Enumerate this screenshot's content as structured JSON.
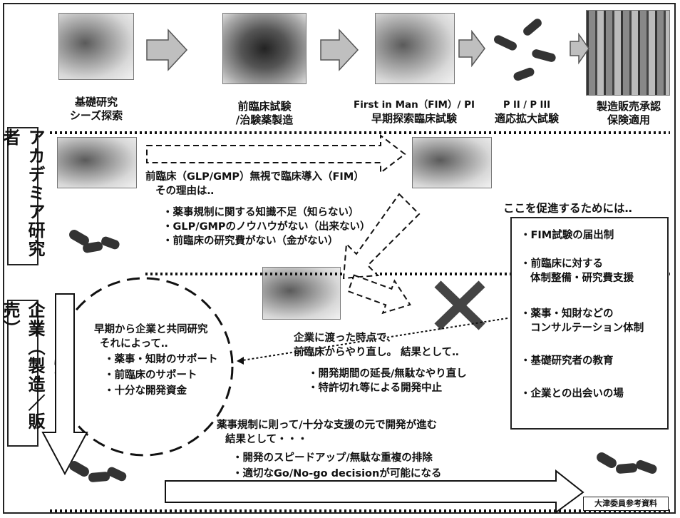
{
  "stages": [
    {
      "label_1": "基礎研究",
      "label_2": "シーズ探索"
    },
    {
      "label_1": "前臨床試験",
      "label_2": "/治験薬製造"
    },
    {
      "label_1": "First in Man（FIM）/ PI",
      "label_2": "早期探索臨床試験"
    },
    {
      "label_1": "P II / P III",
      "label_2": "適応拡大試験"
    },
    {
      "label_1": "製造販売承認",
      "label_2": "保険適用"
    }
  ],
  "academia": {
    "side_label": "アカデミア研究者",
    "line_1": "前臨床（GLP/GMP）無視で臨床導入（FIM）",
    "line_2": "その理由は‥",
    "reasons": [
      "・薬事規制に関する知識不足（知らない）",
      "・GLP/GMPのノウハウがない（出来ない）",
      "・前臨床の研究費がない（金がない）"
    ]
  },
  "company": {
    "side_label": "企業（製造／販売）",
    "collab_1": "早期から企業と共同研究",
    "collab_2": "それによって‥",
    "collab_items": [
      "・薬事・知財のサポート",
      "・前臨床のサポート",
      "・十分な開発資金"
    ],
    "handover_1": "企業に渡った時点で、",
    "handover_2": "前臨床からやり直し。 結果として‥",
    "handover_items": [
      "・開発期間の延長/無駄なやり直し",
      "・特許切れ等による開発中止"
    ],
    "result_1": "薬事規制に則って/十分な支援の元で開発が進む",
    "result_2": "結果として・・・",
    "result_items": [
      "・開発のスピードアップ/無駄な重複の排除",
      "・適切なGo/No-go decisionが可能になる"
    ]
  },
  "promote": {
    "heading": "ここを促進するためには‥",
    "items": [
      "・FIM試験の届出制",
      "・前臨床に対する",
      "体制整備・研究費支援",
      "・薬事・知財などの",
      "コンサルテーション体制",
      "・基礎研究者の教育",
      "・企業との出会いの場"
    ]
  },
  "reference_label": "大津委員参考資料",
  "colors": {
    "ink": "#111111",
    "arrow_fill": "#bfbfbf",
    "cross": "#444444"
  }
}
